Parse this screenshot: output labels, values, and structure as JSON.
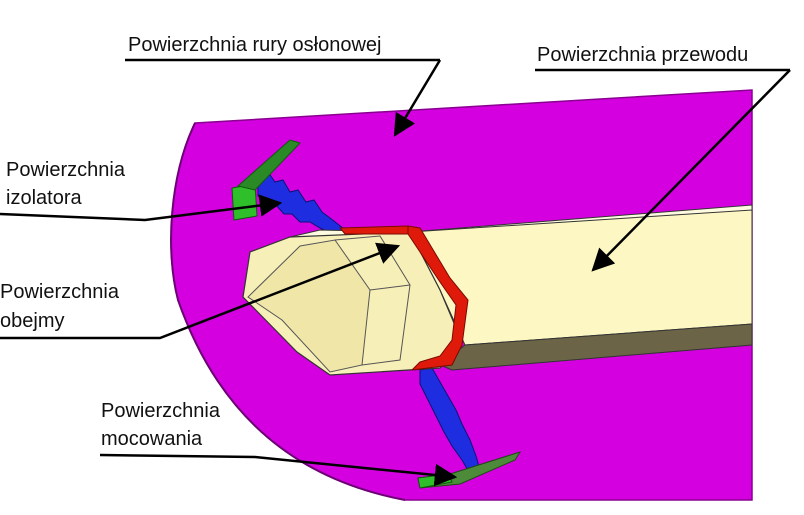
{
  "labels": {
    "pipe_surface": "Powierzchnia rury osłonowej",
    "conductor_surface": "Powierzchnia przewodu",
    "insulator_line1": "Powierzchnia",
    "insulator_line2": "izolatora",
    "clamp_line1": "Powierzchnia",
    "clamp_line2": "obejmy",
    "mount_line1": "Powierzchnia",
    "mount_line2": "mocowania"
  },
  "colors": {
    "pipe": "#d400e0",
    "pipe_edge": "#8a0090",
    "conductor": "#fdf7c4",
    "conductor_shade": "#6b6447",
    "clamp": "#e01a0a",
    "insulator": "#1f2de0",
    "mount": "#2fbf2a"
  }
}
